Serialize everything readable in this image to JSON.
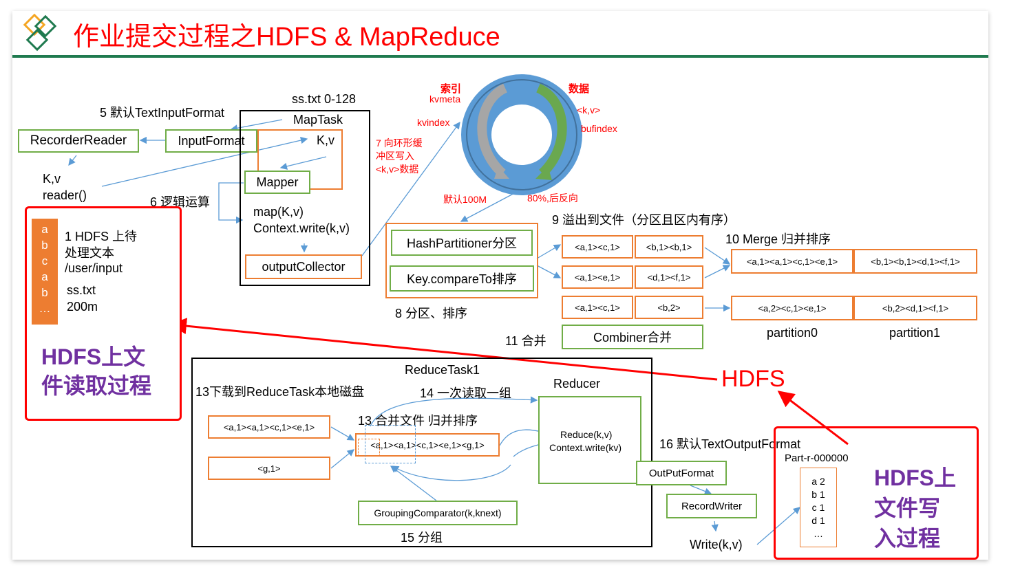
{
  "title": "作业提交过程之HDFS & MapReduce",
  "colors": {
    "title": "#ff0000",
    "green": "#70ad47",
    "orange": "#ed7d31",
    "blue": "#5b9bd5",
    "red": "#ff0000",
    "purple": "#7030a0",
    "rule": "#1f7a4f"
  },
  "left": {
    "default_input": "5 默认TextInputFormat",
    "recorder_reader": "RecorderReader",
    "input_format": "InputFormat",
    "kv": "K,v",
    "reader": "reader()",
    "logic": "6 逻辑运算",
    "file_letters": [
      "a",
      "b",
      "c",
      "a",
      "b",
      "…"
    ],
    "hdfs_step1": "1 HDFS 上待",
    "hdfs_step1b": "处理文本",
    "hdfs_path": "/user/input",
    "file_name": "ss.txt",
    "file_size": "200m",
    "read_title_1": "HDFS上文",
    "read_title_2": "件读取过程"
  },
  "maptask": {
    "split": "ss.txt 0-128",
    "title": "MapTask",
    "kv": "K,v",
    "mapper": "Mapper",
    "map_fn": "map(K,v)",
    "context_write": "Context.write(k,v)",
    "collector": "outputCollector"
  },
  "ring": {
    "index_label": "索引",
    "kvmeta": "kvmeta",
    "kvindex": "kvindex",
    "data_label": "数据",
    "kv_pair": "<k,v>",
    "bufindex": "bufindex",
    "step7": [
      "7 向环形缓",
      "冲区写入",
      "<k,v>数据"
    ],
    "default_size": "默认100M",
    "threshold": "80%,后反向"
  },
  "partition": {
    "hash": "HashPartitioner分区",
    "sort": "Key.compareTo排序",
    "step8": "8 分区、排序"
  },
  "spill": {
    "step9": "9 溢出到文件（分区且区内有序）",
    "rows": [
      [
        "<a,1><c,1>",
        "<b,1><b,1>"
      ],
      [
        "<a,1><e,1>",
        "<d,1><f,1>"
      ],
      [
        "<a,1><c,1>",
        "<b,2>"
      ]
    ],
    "step10": "10 Merge 归并排序",
    "merge1": [
      "<a,1><a,1><c,1><e,1>",
      "<b,1><b,1><d,1><f,1>"
    ],
    "merge2": [
      "<a,2><c,1><e,1>",
      "<b,2><d,1><f,1>"
    ],
    "partition0": "partition0",
    "partition1": "partition1",
    "step11": "11 合并",
    "combiner": "Combiner合并"
  },
  "reduce": {
    "title": "ReduceTask1",
    "step13a": "13下载到ReduceTask本地磁盘",
    "step14": "14 一次读取一组",
    "reducer": "Reducer",
    "step13b": "13 合并文件 归并排序",
    "in1": "<a,1><a,1><c,1><e,1>",
    "in2": "<g,1>",
    "merged": "<a,1><a,1><c,1><e,1><g,1>",
    "reduce_fn": "Reduce(k,v)",
    "reduce_write": "Context.write(kv)",
    "grouping": "GroupingComparator(k,knext)",
    "step15": "15 分组"
  },
  "output": {
    "step16": "16 默认TextOutputFormat",
    "out_format": "OutPutFormat",
    "record_writer": "RecordWriter",
    "write": "Write(k,v)",
    "hdfs": "HDFS",
    "part_file": "Part-r-000000",
    "result_lines": [
      "a 2",
      "b 1",
      "c 1",
      "d 1",
      "…"
    ],
    "write_title": [
      "HDFS上",
      "文件写",
      "入过程"
    ]
  }
}
